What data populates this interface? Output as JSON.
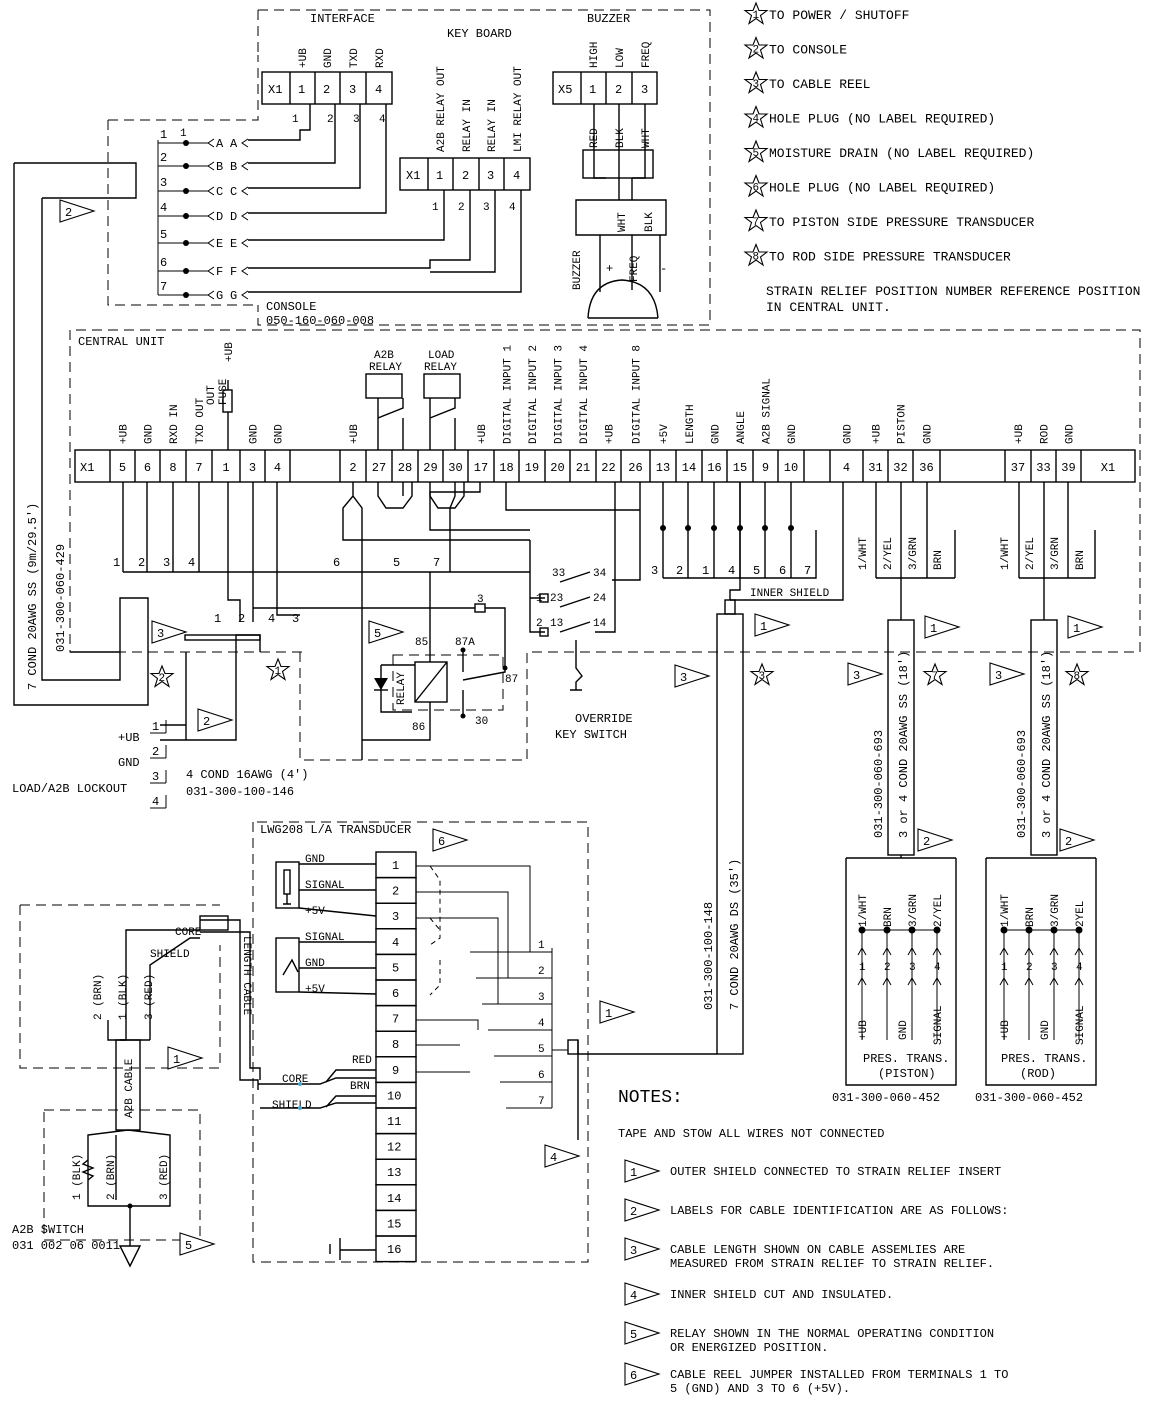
{
  "legend": [
    {
      "num": "1",
      "text": "TO POWER / SHUTOFF"
    },
    {
      "num": "2",
      "text": "TO CONSOLE"
    },
    {
      "num": "3",
      "text": "TO CABLE REEL"
    },
    {
      "num": "4",
      "text": "HOLE PLUG (NO LABEL REQUIRED)"
    },
    {
      "num": "5",
      "text": "MOISTURE DRAIN (NO LABEL REQUIRED)"
    },
    {
      "num": "6",
      "text": "HOLE PLUG (NO LABEL REQUIRED)"
    },
    {
      "num": "7",
      "text": "TO PISTON SIDE PRESSURE TRANSDUCER"
    },
    {
      "num": "8",
      "text": "TO ROD SIDE PRESSURE TRANSDUCER"
    }
  ],
  "strain_note": [
    "STRAIN RELIEF POSITION NUMBER REFERENCE POSITION",
    "IN CENTRAL UNIT."
  ],
  "interface": {
    "title": "INTERFACE",
    "label": "X1",
    "pins": [
      "1",
      "2",
      "3",
      "4"
    ],
    "signals": [
      "+UB",
      "GND",
      "TXD",
      "RXD"
    ]
  },
  "keyboard": {
    "title": "KEY BOARD",
    "label": "X1",
    "pins": [
      "1",
      "2",
      "3",
      "4"
    ],
    "signals": [
      "A2B RELAY OUT",
      "RELAY IN",
      "RELAY IN",
      "LMI RELAY OUT"
    ]
  },
  "buzzer": {
    "title": "BUZZER",
    "label": "X5",
    "pins": [
      "1",
      "2",
      "3"
    ],
    "signals": [
      "HIGH",
      "LOW",
      "FREQ"
    ],
    "wires": [
      "RED",
      "BLK",
      "WHT"
    ],
    "wires2": [
      "WHT",
      "BLK"
    ],
    "name": "BUZZER",
    "plus": "+",
    "freq": "FREQ",
    "minus": "-"
  },
  "console": {
    "title": "CONSOLE",
    "part": "050-160-060-008",
    "rows": [
      {
        "n": "1",
        "l": "A",
        "w": "1"
      },
      {
        "n": "2",
        "l": "B",
        "w": "2"
      },
      {
        "n": "3",
        "l": "C",
        "w": "3"
      },
      {
        "n": "4",
        "l": "D",
        "w": "4"
      },
      {
        "n": "5",
        "l": "E",
        "w": ""
      },
      {
        "n": "6",
        "l": "F",
        "w": ""
      },
      {
        "n": "7",
        "l": "G",
        "w": ""
      }
    ],
    "kb_wires": [
      "1",
      "2",
      "3",
      "4"
    ]
  },
  "central": {
    "title": "CENTRAL UNIT",
    "x1": "X1",
    "fuse": "FUSE",
    "ub_top": "+UB",
    "relays": [
      {
        "l1": "A2B",
        "l2": "RELAY"
      },
      {
        "l1": "LOAD",
        "l2": "RELAY"
      }
    ],
    "terminals": [
      {
        "n": "5",
        "s": "+UB"
      },
      {
        "n": "6",
        "s": "GND"
      },
      {
        "n": "8",
        "s": "RXD IN"
      },
      {
        "n": "7",
        "s": "TXD OUT"
      },
      {
        "n": "1",
        "s": ""
      },
      {
        "n": "3",
        "s": "GND"
      },
      {
        "n": "4",
        "s": "GND"
      },
      {
        "n": "",
        "s": ""
      },
      {
        "n": "2",
        "s": "+UB"
      },
      {
        "n": "27",
        "s": ""
      },
      {
        "n": "28",
        "s": ""
      },
      {
        "n": "29",
        "s": ""
      },
      {
        "n": "30",
        "s": ""
      },
      {
        "n": "17",
        "s": "+UB"
      },
      {
        "n": "18",
        "s": "DIGITAL INPUT 1"
      },
      {
        "n": "19",
        "s": "DIGITAL INPUT 2"
      },
      {
        "n": "20",
        "s": "DIGITAL INPUT 3"
      },
      {
        "n": "21",
        "s": "DIGITAL INPUT 4"
      },
      {
        "n": "22",
        "s": "+UB"
      },
      {
        "n": "26",
        "s": "DIGITAL INPUT 8"
      },
      {
        "n": "13",
        "s": "+5V"
      },
      {
        "n": "14",
        "s": "LENGTH"
      },
      {
        "n": "16",
        "s": "GND"
      },
      {
        "n": "15",
        "s": "ANGLE"
      },
      {
        "n": "9",
        "s": "A2B SIGNAL"
      },
      {
        "n": "10",
        "s": "GND"
      },
      {
        "n": "",
        "s": ""
      },
      {
        "n": "4",
        "s": "GND"
      },
      {
        "n": "31",
        "s": "+UB"
      },
      {
        "n": "32",
        "s": "PISTON"
      },
      {
        "n": "36",
        "s": "GND"
      },
      {
        "n": "",
        "s": ""
      },
      {
        "n": "37",
        "s": "+UB"
      },
      {
        "n": "33",
        "s": "ROD"
      },
      {
        "n": "39",
        "s": "GND"
      },
      {
        "n": "X1",
        "s": ""
      }
    ],
    "outfuse": "OUT"
  },
  "cable_console": {
    "text": "7 COND 20AWG SS (9m/29.5')",
    "part": "031-300-060-429",
    "wires": [
      "1",
      "2",
      "3",
      "4",
      "6",
      "5",
      "7"
    ]
  },
  "lockout": {
    "label": "LOAD/A2B LOCKOUT",
    "pins": [
      "1",
      "2",
      "3",
      "4"
    ],
    "sigs": [
      "+UB",
      "GND"
    ],
    "cable": "4 COND 16AWG (4')",
    "part": "031-300-100-146",
    "wires": [
      "1",
      "2",
      "4",
      "3"
    ]
  },
  "relay_box": {
    "label": "RELAY",
    "pins": [
      "85",
      "87A",
      "87",
      "86",
      "30"
    ],
    "w3": "3"
  },
  "override": {
    "pins": [
      "33",
      "34",
      "23",
      "24",
      "13",
      "14",
      "1",
      "2"
    ],
    "label1": "OVERRIDE",
    "label2": "KEY SWITCH"
  },
  "reel_cable": {
    "text": "7 COND 20AWG DS (35')",
    "part": "031-300-100-148",
    "wires": [
      "3",
      "2",
      "1",
      "4",
      "5",
      "6",
      "7"
    ],
    "inner": "INNER SHIELD"
  },
  "pressure_cable": {
    "text": "3 or 4 COND 20AWG SS (18')",
    "part": "031-300-060-693",
    "wires": [
      "1/WHT",
      "2/YEL",
      "3/GRN",
      "BRN"
    ],
    "bottom_wires_p": [
      "1/WHT",
      "BRN",
      "3/GRN",
      "2/YEL"
    ],
    "bottom_wires_r": [
      "1/WHT",
      "BRN",
      "3/GRN",
      "2YEL"
    ],
    "pins": [
      "1",
      "2",
      "3",
      "4"
    ],
    "sigs": [
      "+UB",
      "GND",
      "SIGNAL"
    ]
  },
  "piston": {
    "l1": "PRES. TRANS.",
    "l2": "(PISTON)",
    "part": "031-300-060-452"
  },
  "rod": {
    "l1": "PRES. TRANS.",
    "l2": "(ROD)",
    "part": "031-300-060-452"
  },
  "transducer": {
    "title": "LWG208 L/A TRANSDUCER",
    "terms": [
      "1",
      "2",
      "3",
      "4",
      "5",
      "6",
      "7",
      "8",
      "9",
      "10",
      "11",
      "12",
      "13",
      "14",
      "15",
      "16"
    ],
    "left": [
      "GND",
      "SIGNAL",
      "+5V",
      "SIGNAL",
      "GND",
      "+5V"
    ],
    "out": [
      "1",
      "2",
      "3",
      "4",
      "5",
      "6",
      "7"
    ],
    "core": "CORE",
    "shield": "SHIELD",
    "red": "RED",
    "brn": "BRN",
    "length": "LENGTH CABLE"
  },
  "a2b": {
    "core": "CORE",
    "shield": "SHIELD",
    "wires": [
      "2 (BRN)",
      "1 (BLK)",
      "3 (RED)"
    ],
    "cable": "A2B CABLE",
    "sw_wires": [
      "1 (BLK)",
      "2 (BRN)",
      "3 (RED)"
    ],
    "label": "A2B SWITCH",
    "part": "031 002 06 0011"
  },
  "notes": {
    "title": "NOTES:",
    "tape": "TAPE AND STOW ALL WIRES NOT CONNECTED",
    "items": [
      {
        "n": "1",
        "t": [
          "OUTER SHIELD CONNECTED TO STRAIN RELIEF INSERT"
        ]
      },
      {
        "n": "2",
        "t": [
          "LABELS FOR CABLE IDENTIFICATION ARE AS FOLLOWS:"
        ]
      },
      {
        "n": "3",
        "t": [
          "CABLE LENGTH SHOWN ON CABLE ASSEMLIES ARE",
          "MEASURED FROM STRAIN RELIEF TO STRAIN RELIEF."
        ]
      },
      {
        "n": "4",
        "t": [
          "INNER SHIELD CUT AND INSULATED."
        ]
      },
      {
        "n": "5",
        "t": [
          "RELAY SHOWN IN THE NORMAL OPERATING CONDITION",
          "OR ENERGIZED POSITION."
        ]
      },
      {
        "n": "6",
        "t": [
          "CABLE REEL JUMPER INSTALLED FROM TERMINALS 1 TO",
          "5 (GND) AND 3 TO 6 (+5V)."
        ]
      }
    ]
  },
  "flags": [
    "1",
    "2",
    "3",
    "4",
    "5",
    "6"
  ],
  "stars": [
    "1",
    "2",
    "3",
    "7",
    "8"
  ]
}
